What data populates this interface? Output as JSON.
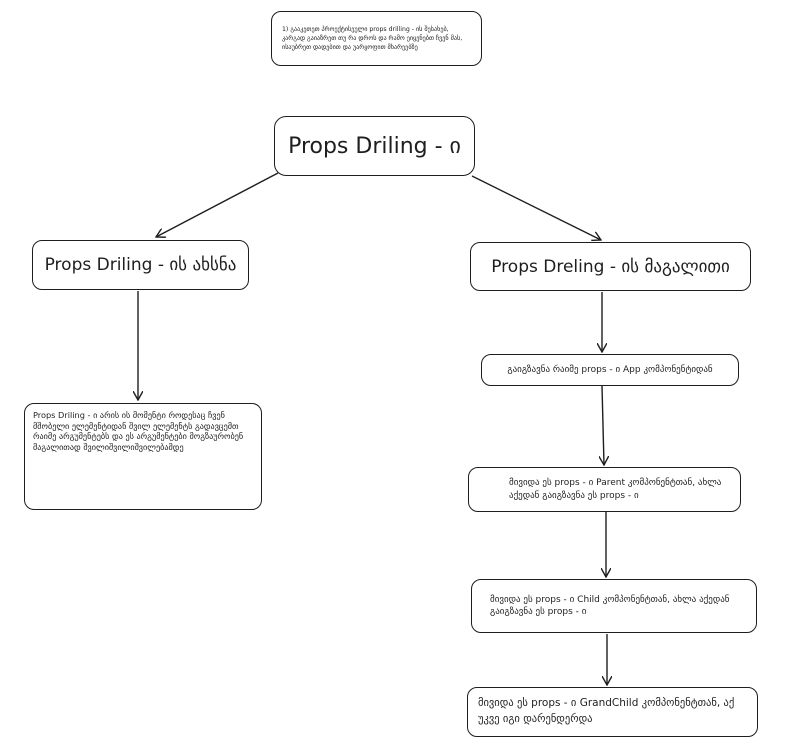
{
  "note": {
    "text": "1) გააკეთეთ პროექტისეული props drilling - ის შესახებ, კარგად გაიაზრეთ თუ რა დროს და რამო ეიყენებთ ჩვენ მას, ისაუბრეთ დადებით და უარყოფით მხარეებზე"
  },
  "main": {
    "text": "Props Driling - ი"
  },
  "explanation": {
    "text": "Props Driling - ის ახსნა"
  },
  "example": {
    "text": "Props Dreling - ის მაგალითი"
  },
  "description": {
    "text": "Props Driling - ი არის ის მომენტი როდესაც ჩვენ მშობელი ელემენტიდან შვილ ელემენტს გადავცემთ რაიმე არგუმენტებს და ეს არგუმენტები მოგზაურობენ მაგალითად შვილიშვილიშვილებამდე"
  },
  "steps": [
    {
      "text": "გაიგზავნა რაიმე props - ი App კომპონენტიდან"
    },
    {
      "text": "მივიდა ეს props - ი Parent კომპონენტთან, ახლა აქედან გაიგზავნა ეს props - ი"
    },
    {
      "text": "მივიდა ეს props - ი Child კომპონენტთან, ახლა აქედან გაიგზავნა ეს props - ი"
    },
    {
      "text": "მივიდა ეს props - ი GrandChild კომპონენტთან, აქ უკვე იგი დარენდერდა"
    }
  ]
}
